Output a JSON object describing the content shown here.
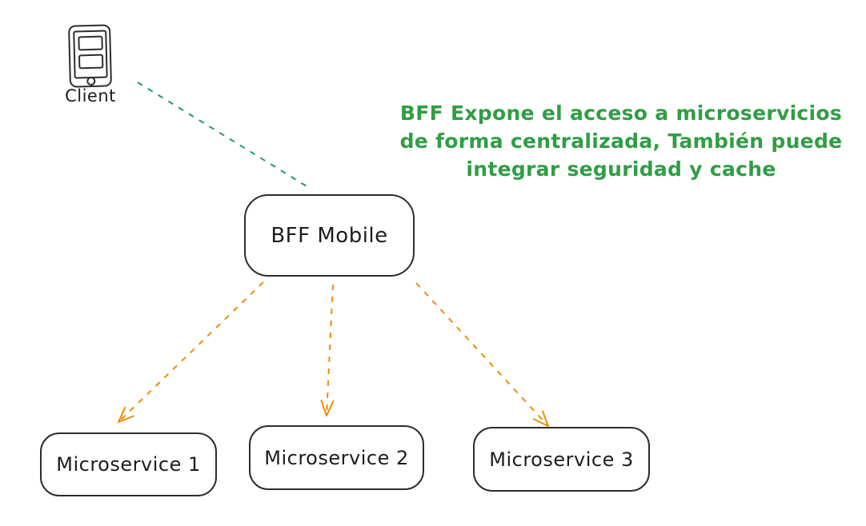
{
  "canvas": {
    "background": "#ffffff"
  },
  "colors": {
    "canvas_bg": "#ffffff",
    "stroke": "#2d2d2d",
    "text": "#1d1d1d",
    "green_text": "#2f9e44",
    "green_connector": "#23986e",
    "orange_connector": "#f08c00"
  },
  "client": {
    "label": "Client",
    "icon": "mobile-phone-icon"
  },
  "annotation": {
    "lines": [
      "BFF Expone el acceso a microservicios",
      "de forma centralizada, También puede",
      "integrar seguridad y cache"
    ]
  },
  "bff": {
    "label": "BFF Mobile"
  },
  "microservices": [
    {
      "label": "Microservice 1"
    },
    {
      "label": "Microservice 2"
    },
    {
      "label": "Microservice 3"
    }
  ],
  "connectors": [
    {
      "from": "Client",
      "to": "BFF Mobile",
      "style": "dashed",
      "color": "#23986e",
      "arrowhead": "none"
    },
    {
      "from": "BFF Mobile",
      "to": "Microservice 1",
      "style": "dashed",
      "color": "#f08c00",
      "arrowhead": "open-arrow"
    },
    {
      "from": "BFF Mobile",
      "to": "Microservice 2",
      "style": "dashed",
      "color": "#f08c00",
      "arrowhead": "open-arrow"
    },
    {
      "from": "BFF Mobile",
      "to": "Microservice 3",
      "style": "dashed",
      "color": "#f08c00",
      "arrowhead": "open-arrow"
    }
  ]
}
